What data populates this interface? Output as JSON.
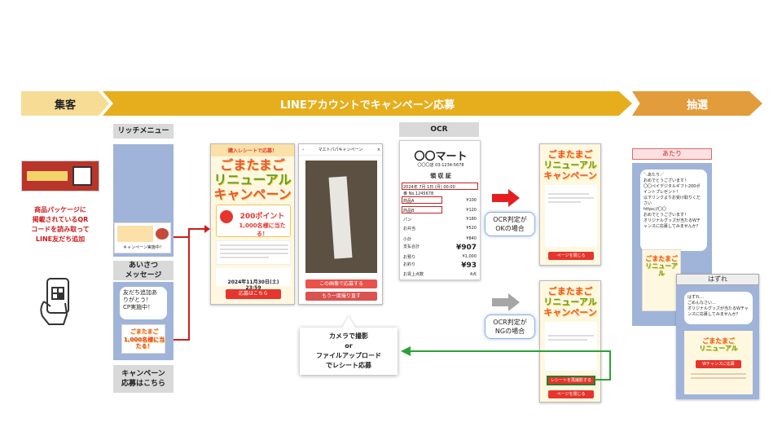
{
  "banners": {
    "shuukyaku": "集客",
    "line_campaign": "LINEアカウントでキャンペーン応募",
    "chusen": "抽選"
  },
  "left": {
    "qr_instruction": "商品パッケージに\n掲載されているQR\nコードを読み取って\nLINE友だち追加"
  },
  "rich_menu": {
    "label": "リッチメニュー",
    "caption": "キャンペーン実施中！"
  },
  "greeting": {
    "label": "あいさつ\nメッセージ",
    "bubble": "友だち追加あ\nりがとう！\nCP実施中！",
    "apply_label": "キャンペーン\n応募はこちら"
  },
  "campaign": {
    "head": "購入レシートで応募！",
    "title_1": "ごまたまご",
    "title_2": "リニューアル",
    "title_3": "キャンペーン",
    "points": "200ポイント",
    "winners": "1,000名様に当たる！",
    "deadline": "2024年11月30日(土) 23:59",
    "apply_button": "応募はこちら"
  },
  "camera_screen": {
    "header": "マエトパパキャンペーン",
    "btn_camera": "この画像で応募する",
    "btn_retake": "もう一度撮り直す"
  },
  "ocr": {
    "label": "OCR",
    "store": "〇〇マート",
    "branch": "〇〇〇店  03-1234-5678",
    "receipt_title": "領 収 証",
    "date": "2024年 7月 1日 (月) 00:00",
    "reg": "番 No.1245678",
    "items": [
      {
        "name": "商品A",
        "price": "¥100"
      },
      {
        "name": "商品B",
        "price": "¥120"
      },
      {
        "name": "パン",
        "price": "¥180"
      },
      {
        "name": "お弁当",
        "price": "¥520"
      }
    ],
    "subtotal_label": "小計",
    "subtotal": "¥840",
    "total_label": "支払合計",
    "total": "¥907",
    "paid_label": "お預り",
    "paid": "¥1,000",
    "change_label": "お釣り",
    "change": "¥93",
    "count_label": "お買上点数",
    "count": "4点"
  },
  "judge": {
    "ok": "OCR判定が\nOKの場合",
    "ng": "OCR判定が\nNGの場合"
  },
  "ok_screen": {
    "btn": "ページを閉じる"
  },
  "ng_screen": {
    "btn_retry": "レシートを再撮影する",
    "btn_close": "ページを閉じる"
  },
  "camera_text": "カメラで撮影\nor\nファイルアップロード\nでレシート応募",
  "lottery": {
    "win_tag": "あたり",
    "win_message": "＼あたり／\nおめでとうございます！\n〇〇ペイデジタルギフト200ポイントプレゼント！\n以下リンクよりお受け取りください\nhttps://〇〇\nおめでとうございます！\nオリジナルグッズが当たるWチャンスに応募してみませんか？",
    "lose_tag": "はずれ",
    "lose_message": "はずれ…\nごめんなさい…\nオリジナルグッズが当たるWチャンスに応募してみませんか？",
    "w_chance_button": "Wチャンスに応募"
  },
  "colors": {
    "banner_light": "#f7dc96",
    "banner_main": "#e6ae1c",
    "banner_right": "#e29c3b",
    "accent_red": "#d21b1b",
    "accent_green": "#2aa23a",
    "panel_blue": "#9fb4d8"
  }
}
